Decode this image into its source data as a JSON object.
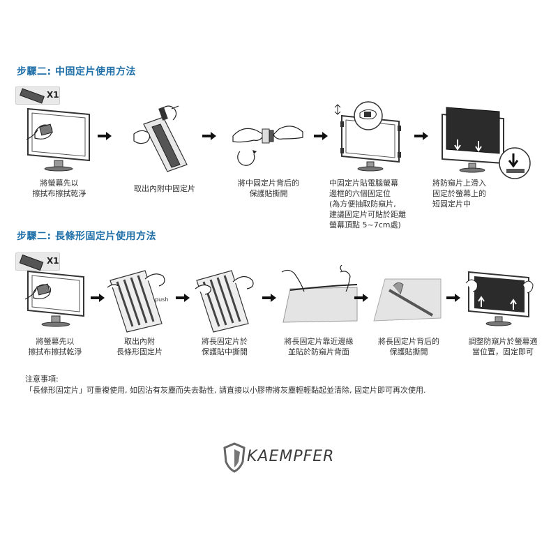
{
  "section1": {
    "title": "步驟二: 中固定片使用方法",
    "qty": "X1",
    "steps": [
      {
        "caption": [
          "將螢幕先以",
          "擦拭布擦拭乾淨"
        ]
      },
      {
        "caption": [
          "取出內附中固定片"
        ]
      },
      {
        "caption": [
          "將中固定片背后的",
          "保護貼撕開"
        ]
      },
      {
        "caption": [
          "中固定片貼電腦螢幕",
          "邊框的六個固定位",
          "(為方便抽取防窺片,",
          "建議固定片可貼於距離",
          "螢幕頂點 5~7cm處)"
        ]
      },
      {
        "caption": [
          "將防窺片上滑入",
          "固定於螢幕上的",
          "短固定片中"
        ]
      }
    ]
  },
  "section2": {
    "title": "步驟二: 長條形固定片使用方法",
    "qty": "X1",
    "push_label": "push",
    "steps": [
      {
        "caption": [
          "將螢幕先以",
          "擦拭布擦拭乾淨"
        ]
      },
      {
        "caption": [
          "取出內附",
          "長條形固定片"
        ]
      },
      {
        "caption": [
          "將長固定片於",
          "保護貼中撕開"
        ]
      },
      {
        "caption": [
          "將長固定片靠近邊緣",
          "並貼於防窺片背面"
        ]
      },
      {
        "caption": [
          "將長固定片背后的",
          "保護貼撕開"
        ]
      },
      {
        "caption": [
          "調整防窺片於螢幕適",
          "當位置，固定即可"
        ]
      }
    ]
  },
  "notes": {
    "title": "注意事項:",
    "body": "「長條形固定片」可重複使用, 如因沾有灰塵而失去黏性, 請直接以小膠帶將灰塵輕輕黏起並清除, 固定片即可再次使用."
  },
  "logo": {
    "text": "KAEMPFER"
  },
  "colors": {
    "title": "#1e6fa8",
    "text": "#333333",
    "arrow": "#111111"
  }
}
